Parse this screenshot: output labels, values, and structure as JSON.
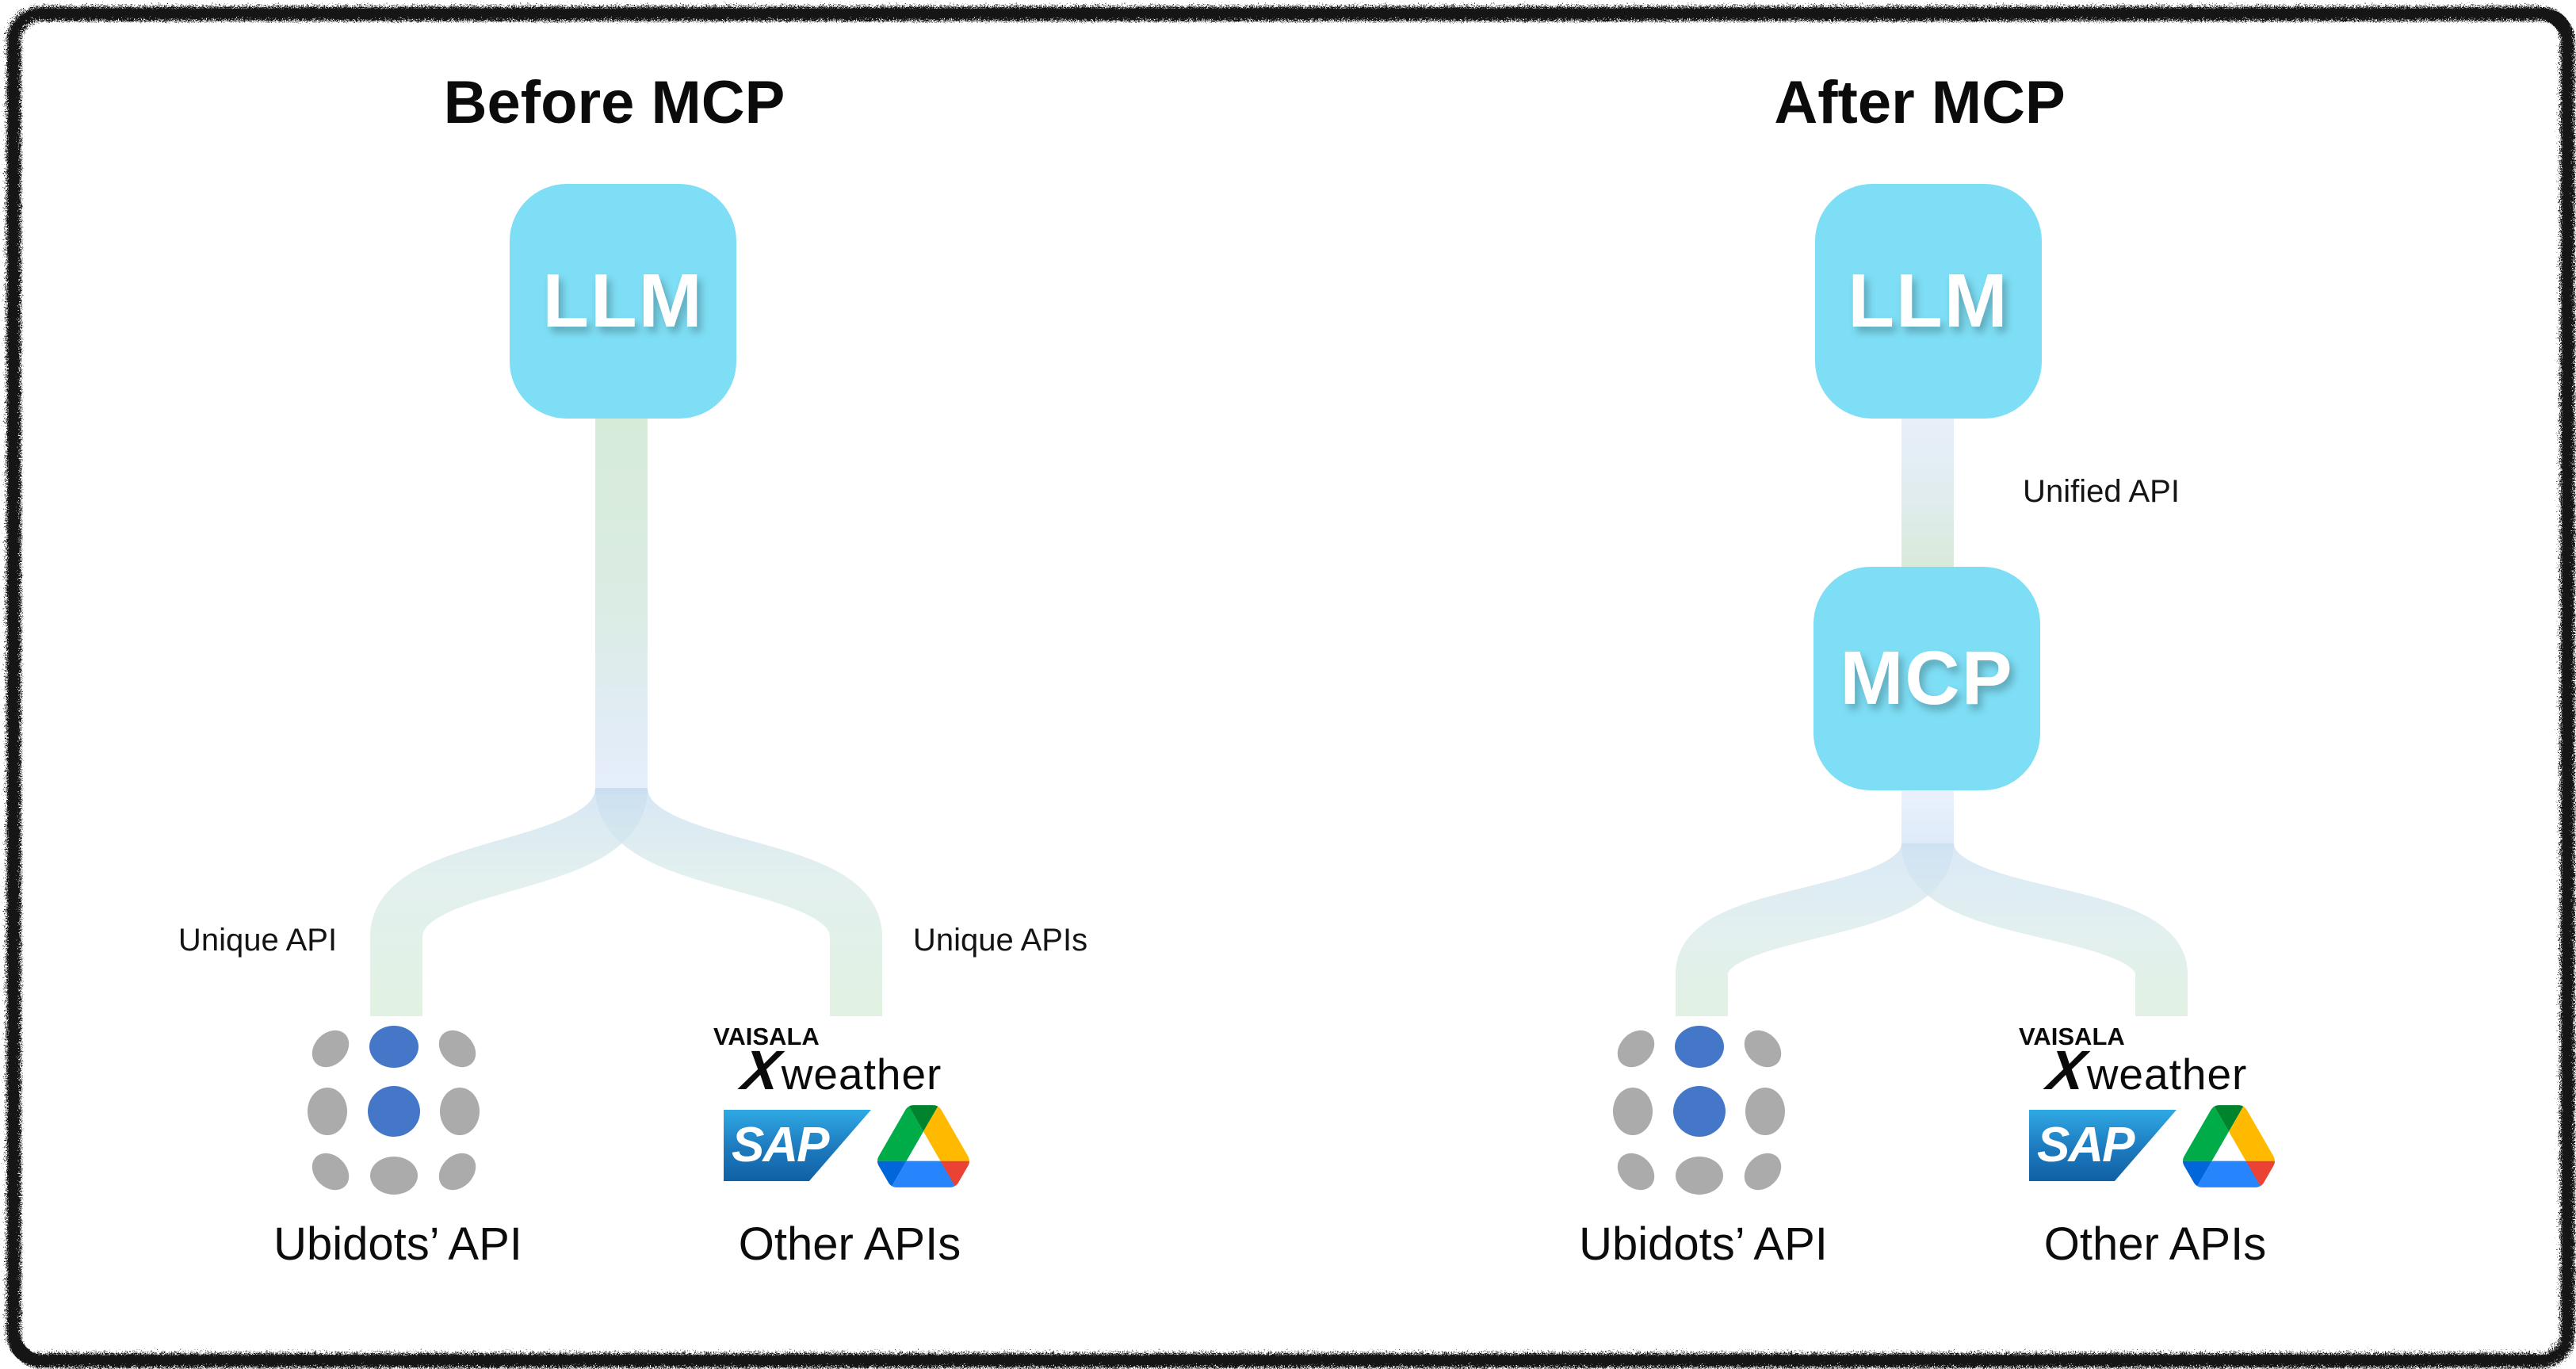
{
  "diagram": {
    "before": {
      "title": "Before MCP",
      "llm_label": "LLM",
      "left_branch_label": "Unique API",
      "right_branch_label": "Unique APIs",
      "left_api_label": "Ubidots’ API",
      "right_api_label": "Other APIs",
      "logos": {
        "vaisala": "VAISALA",
        "xweather_x": "X",
        "xweather_word": "weather",
        "sap": "SAP",
        "ubidots_logo": "ubidots-dots-logo",
        "google_drive_logo": "google-drive-triangle"
      }
    },
    "after": {
      "title": "After MCP",
      "llm_label": "LLM",
      "mcp_label": "MCP",
      "unified_label": "Unified API",
      "left_api_label": "Ubidots’ API",
      "right_api_label": "Other APIs",
      "logos": {
        "vaisala": "VAISALA",
        "xweather_x": "X",
        "xweather_word": "weather",
        "sap": "SAP",
        "ubidots_logo": "ubidots-dots-logo",
        "google_drive_logo": "google-drive-triangle"
      }
    },
    "colors": {
      "node_box_blue": "#7edef5",
      "node_text": "#ffffff",
      "connector_green": "#d7ecd9",
      "connector_blue": "#c8dcf1",
      "connector_teal": "#d9ebe9",
      "ubidots_blue": "#4577c8",
      "ubidots_gray": "#ababab",
      "sap_blue_top": "#2fa9e4",
      "sap_blue_bottom": "#1061a5",
      "drive_green": "#00ac47",
      "drive_dark_green": "#00832d",
      "drive_yellow": "#ffba00",
      "drive_blue": "#2684fc",
      "drive_dark_blue": "#0066da",
      "drive_red": "#ea4335",
      "frame_border": "#181818",
      "text": "#111111"
    }
  }
}
